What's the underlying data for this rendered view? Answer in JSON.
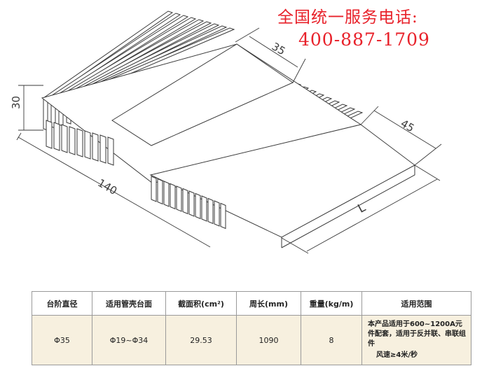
{
  "hotline": {
    "label": "全国统一服务电话:",
    "phone": "400-887-1709"
  },
  "dimensions": {
    "width_a": "35",
    "width_b": "45",
    "height": "30",
    "length": "140",
    "length_var": "L"
  },
  "spec_table": {
    "headers": [
      "台阶直径",
      "适用管壳台面",
      "截面积(cm²)",
      "周长(mm)",
      "重量(kg/m)",
      "适用范围"
    ],
    "row": {
      "diameter": "Φ35",
      "housing": "Φ19~Φ34",
      "area": "29.53",
      "perimeter": "1090",
      "weight": "8",
      "scope_line1": "本产品适用于600~1200A元件配套，适用于反并联、串联组件",
      "scope_line2": "风速≥4米/秒"
    }
  },
  "colors": {
    "hotline": "#e8212a",
    "row_bg": "#f7f0df",
    "line": "#3a3a3a"
  }
}
